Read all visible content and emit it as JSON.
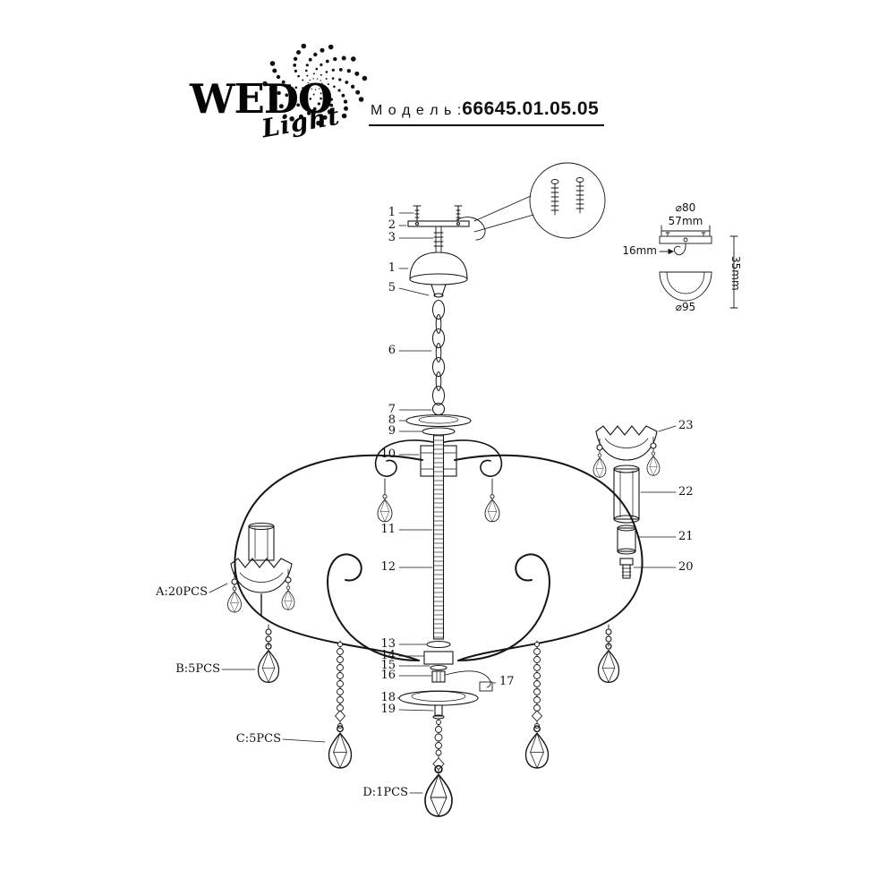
{
  "header": {
    "brand": "WEDO",
    "brand_script": "Light",
    "model_label": "М о д е л ь :",
    "model_number": "66645.01.05.05"
  },
  "detail_dimensions": {
    "top_diameter": "⌀80",
    "bracket_width": "57mm",
    "hook_length": "16mm",
    "canopy_height": "35mm",
    "canopy_diameter": "⌀95"
  },
  "piece_counts": {
    "a": "A:20PCS",
    "b": "B:5PCS",
    "c": "C:5PCS",
    "d": "D:1PCS"
  },
  "callouts": {
    "left": [
      "1",
      "2",
      "3",
      "1",
      "5",
      "6",
      "7",
      "8",
      "9",
      "10",
      "11",
      "12",
      "13",
      "14",
      "15",
      "16",
      "18",
      "19"
    ],
    "wire": "17",
    "candle_detail": [
      "23",
      "22",
      "21",
      "20"
    ]
  }
}
